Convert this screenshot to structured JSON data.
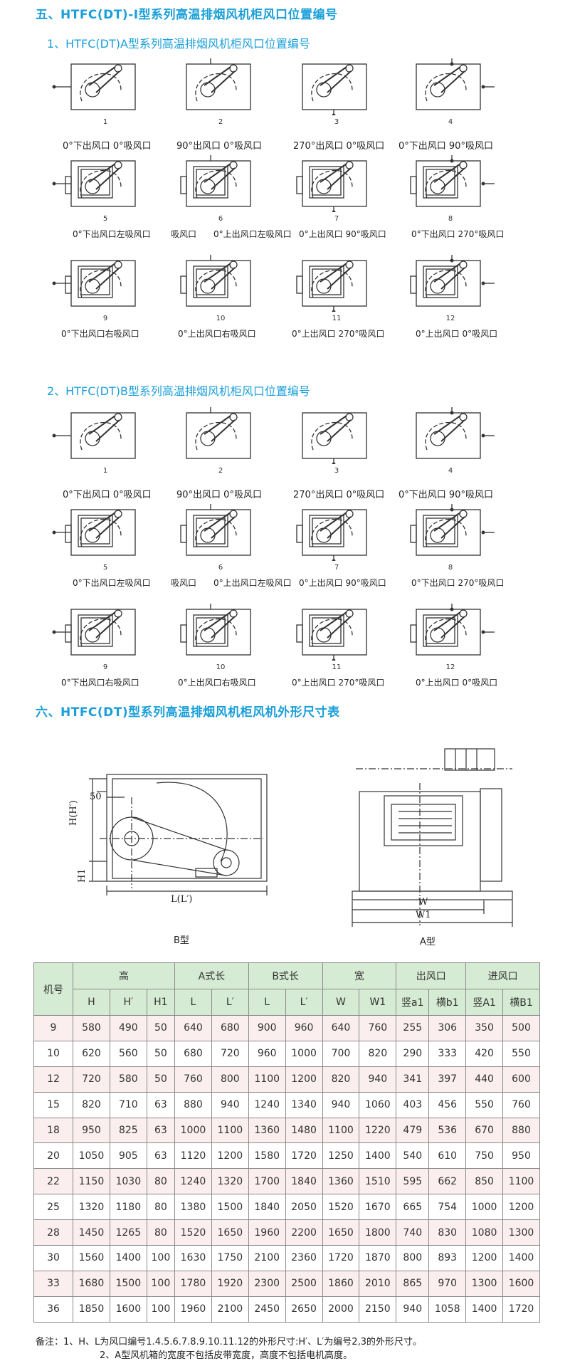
{
  "section5_title": "五、HTFC(DT)-Ⅰ型系列高温排烟风机柜风口位置编号",
  "sub1_title": "1、HTFC(DT)A型系列高温排烟风机柜风口位置编号",
  "sub2_title": "2、HTFC(DT)B型系列高温排烟风机柜风口位置编号",
  "section6_title": "六、HTFC(DT)型系列高温排烟风机柜风机外形尺寸表",
  "a_type": {
    "row1": {
      "numbers": [
        "1",
        "2",
        "3",
        "4"
      ],
      "captions": [
        "0°下出风口 0°吸风口",
        "90°出风口 0°吸风口",
        "270°出风口 0°吸风口",
        "0°下出风口 90°吸风口"
      ]
    },
    "row2": {
      "numbers": [
        "5",
        "6",
        "7",
        "8"
      ],
      "captions": [
        "0°下出风口左吸风口",
        "吸风口",
        "0°上出风口左吸风口",
        "0°上出风口 90°吸风口",
        "0°下出风口 270°吸风口"
      ]
    },
    "row3": {
      "numbers": [
        "9",
        "10",
        "11",
        "12"
      ],
      "captions": [
        "0°下出风口右吸风口",
        "0°上出风口右吸风口",
        "0°上出风口 270°吸风口",
        "0°上出风口 0°吸风口"
      ]
    }
  },
  "b_type": {
    "row1": {
      "numbers": [
        "1",
        "2",
        "3",
        "4"
      ],
      "captions": [
        "0°下出风口 0°吸风口",
        "90°出风口 0°吸风口",
        "270°出风口 0°吸风口",
        "0°下出风口 90°吸风口"
      ]
    },
    "row2": {
      "numbers": [
        "5",
        "6",
        "7",
        "8"
      ],
      "captions": [
        "0°下出风口左吸风口",
        "吸风口",
        "0°上出风口左吸风口",
        "0°上出风口 90°吸风口",
        "0°下出风口 270°吸风口"
      ]
    },
    "row3": {
      "numbers": [
        "9",
        "10",
        "11",
        "12"
      ],
      "captions": [
        "0°下出风口右吸风口",
        "0°上出风口右吸风口",
        "0°上出风口 270°吸风口",
        "0°上出风口 0°吸风口"
      ]
    }
  },
  "drawings": {
    "left_label": "B型",
    "right_label": "A型",
    "dims": {
      "d50": "50",
      "H": "H(H′)",
      "H1": "H1",
      "L": "L(L′)",
      "W": "W",
      "W1": "W1"
    }
  },
  "table": {
    "group_headers": [
      "机号",
      "高",
      "A式长",
      "B式长",
      "宽",
      "出风口",
      "进风口"
    ],
    "sub_headers": [
      "H",
      "H′",
      "H1",
      "L",
      "L′",
      "L",
      "L′",
      "W",
      "W1",
      "竖a1",
      "横b1",
      "竖A1",
      "横B1"
    ],
    "rows": [
      [
        "9",
        "580",
        "490",
        "50",
        "640",
        "680",
        "900",
        "960",
        "640",
        "760",
        "255",
        "306",
        "350",
        "500"
      ],
      [
        "10",
        "620",
        "560",
        "50",
        "680",
        "720",
        "960",
        "1000",
        "700",
        "820",
        "290",
        "333",
        "420",
        "550"
      ],
      [
        "12",
        "720",
        "580",
        "50",
        "760",
        "800",
        "1100",
        "1200",
        "820",
        "940",
        "341",
        "397",
        "440",
        "600"
      ],
      [
        "15",
        "820",
        "710",
        "63",
        "880",
        "940",
        "1240",
        "1340",
        "940",
        "1060",
        "403",
        "456",
        "550",
        "760"
      ],
      [
        "18",
        "950",
        "825",
        "63",
        "1000",
        "1100",
        "1360",
        "1480",
        "1100",
        "1220",
        "479",
        "536",
        "670",
        "880"
      ],
      [
        "20",
        "1050",
        "905",
        "63",
        "1120",
        "1200",
        "1580",
        "1720",
        "1250",
        "1400",
        "540",
        "610",
        "750",
        "950"
      ],
      [
        "22",
        "1150",
        "1030",
        "80",
        "1240",
        "1320",
        "1700",
        "1840",
        "1360",
        "1510",
        "595",
        "662",
        "850",
        "1100"
      ],
      [
        "25",
        "1320",
        "1180",
        "80",
        "1380",
        "1500",
        "1840",
        "2050",
        "1520",
        "1670",
        "665",
        "754",
        "1000",
        "1200"
      ],
      [
        "28",
        "1450",
        "1265",
        "80",
        "1520",
        "1650",
        "1960",
        "2200",
        "1650",
        "1800",
        "740",
        "830",
        "1080",
        "1300"
      ],
      [
        "30",
        "1560",
        "1400",
        "100",
        "1630",
        "1750",
        "2100",
        "2360",
        "1720",
        "1870",
        "800",
        "893",
        "1200",
        "1400"
      ],
      [
        "33",
        "1680",
        "1500",
        "100",
        "1780",
        "1920",
        "2300",
        "2500",
        "1860",
        "2010",
        "865",
        "970",
        "1300",
        "1600"
      ],
      [
        "36",
        "1850",
        "1600",
        "100",
        "1960",
        "2100",
        "2450",
        "2650",
        "2000",
        "2150",
        "940",
        "1058",
        "1400",
        "1720"
      ]
    ]
  },
  "notes": [
    "备注：1、H、L为风口编号1.4.5.6.7.8.9.10.11.12的外形尺寸:H′、L′为编号2,3的外形尺寸。",
    "2、A型风机箱的宽度不包括皮带宽度，高度不包括电机高度。"
  ]
}
